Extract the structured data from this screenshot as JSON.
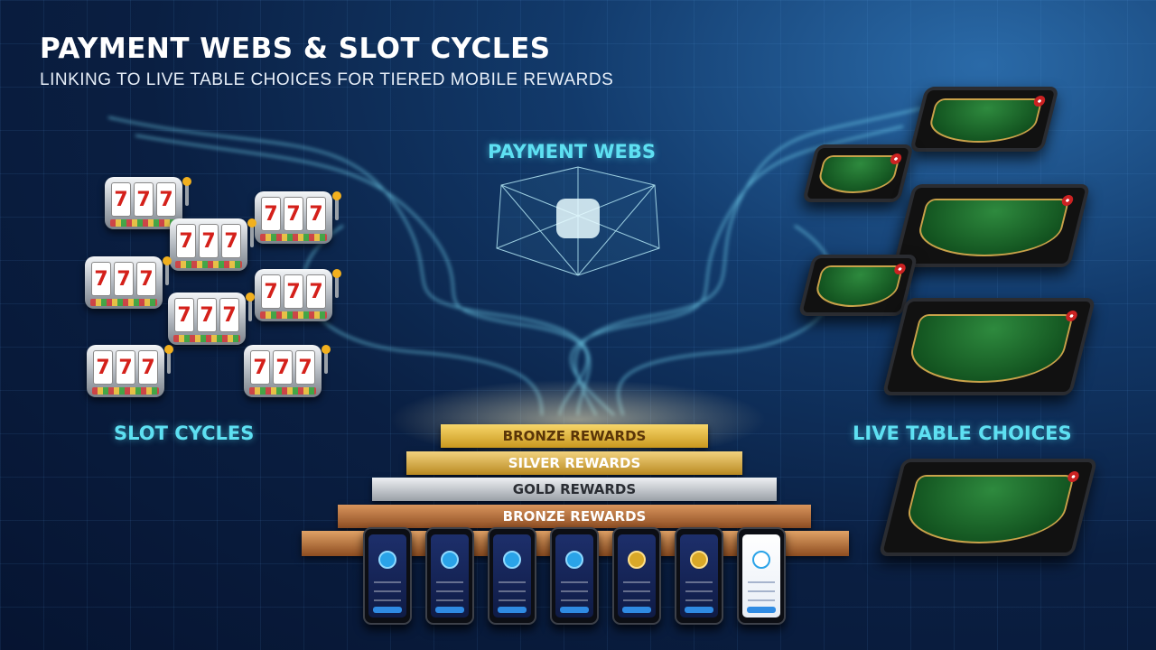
{
  "header": {
    "title": "PAYMENT WEBS & SLOT CYCLES",
    "subtitle": "LINKING TO LIVE TABLE CHOICES FOR TIERED MOBILE REWARDS"
  },
  "sections": {
    "payment_webs": "PAYMENT WEBS",
    "slot_cycles": "SLOT CYCLES",
    "live_table_choices": "LIVE TABLE CHOICES"
  },
  "slot_symbol": "7",
  "reward_tiers": [
    "BRONZE REWARDS",
    "SILVER REWARDS",
    "GOLD REWARDS",
    "BRONZE REWARDS"
  ],
  "colors": {
    "accent_cyan": "#5ee0f2",
    "gold": "#d4a62a",
    "silver": "#c7ccd2",
    "bronze": "#b06a38",
    "background": "#0a1f42"
  }
}
